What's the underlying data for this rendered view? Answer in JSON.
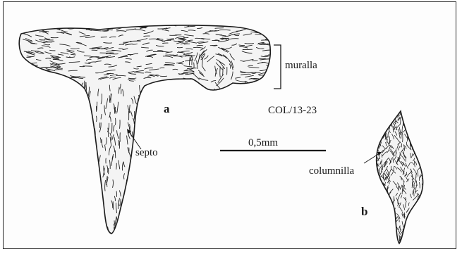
{
  "figure": {
    "label_a": "a",
    "label_b": "b",
    "label_muralla": "muralla",
    "label_septo": "septo",
    "label_columnilla": "columnilla",
    "specimen_id": "COL/13-23",
    "scale_bar_label": "0,5mm"
  },
  "colors": {
    "ink": "#1a1a1a",
    "frame": "#2a2a2a",
    "paper": "#fdfdfd"
  }
}
